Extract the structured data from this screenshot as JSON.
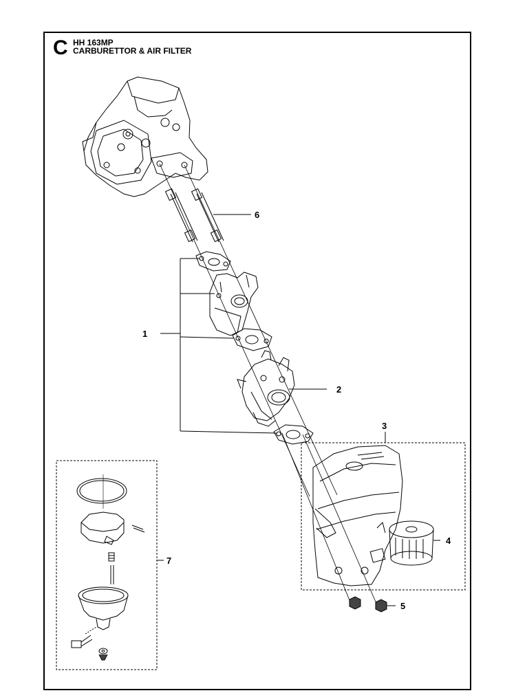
{
  "header": {
    "section_letter": "C",
    "model": "HH 163MP",
    "title": "CARBURETTOR & AIR FILTER"
  },
  "callouts": [
    {
      "id": "1",
      "label": "1"
    },
    {
      "id": "2",
      "label": "2"
    },
    {
      "id": "3",
      "label": "3"
    },
    {
      "id": "4",
      "label": "4"
    },
    {
      "id": "5",
      "label": "5"
    },
    {
      "id": "6",
      "label": "6"
    },
    {
      "id": "7",
      "label": "7"
    }
  ]
}
